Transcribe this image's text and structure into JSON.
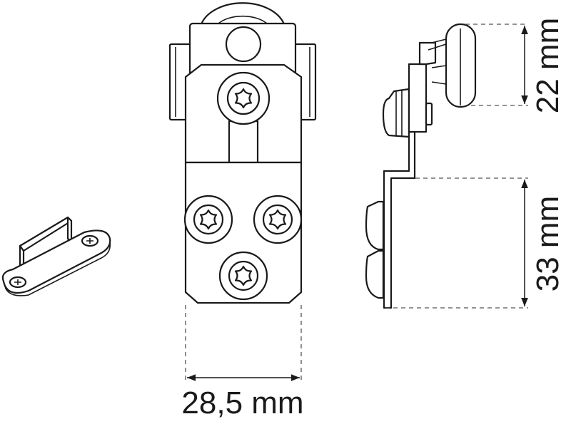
{
  "dimensions": {
    "width_label": "28,5 mm",
    "top_height_label": "22 mm",
    "bottom_height_label": "33 mm"
  },
  "colors": {
    "line": "#1a1a1a",
    "dash": "#555555",
    "background": "#ffffff"
  }
}
